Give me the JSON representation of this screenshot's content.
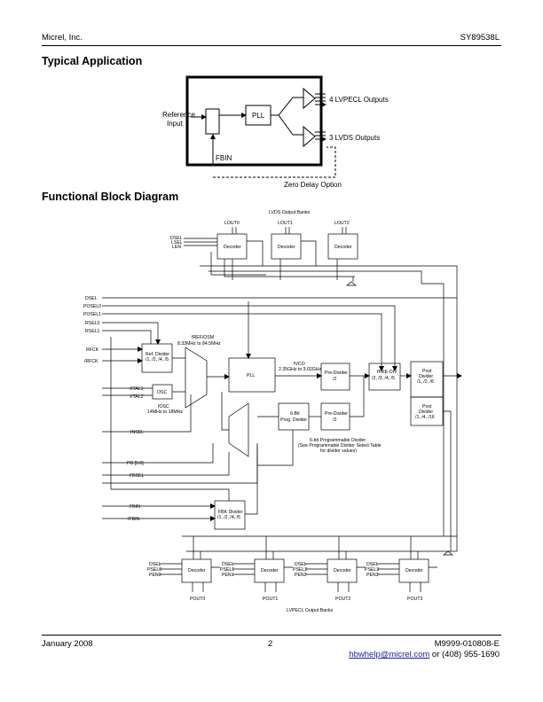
{
  "header": {
    "company": "Micrel, Inc.",
    "part": "SY89538L"
  },
  "sections": {
    "typical_application": "Typical Application",
    "functional_block_diagram": "Functional Block Diagram"
  },
  "typical_app": {
    "reference_input_1": "Reference",
    "reference_input_2": "Input",
    "pll": "PLL",
    "fbin": "FBIN",
    "lvpecl_outputs": "4 LVPECL Outputs",
    "lvds_outputs": "3 LVDS Outputs",
    "zero_delay": "Zero Delay Option"
  },
  "block": {
    "lvds_banks": "LVDS Output Banks",
    "lvpecl_banks": "LVPECL Output Banks",
    "lout0": "LOUT0",
    "lout1": "LOUT1",
    "lout2": "LOUT2",
    "decoder": "Decoder",
    "dsel": "DSEL",
    "lsel": "LSEL",
    "len": "LEN",
    "dsel_in": "DSEL",
    "posel0": "POSEL0",
    "posel1": "POSEL1",
    "rsel0": "RSEL0",
    "rsel1": "RSEL1",
    "rfck": "RFCK",
    "nrfck": "/RFCK",
    "xtal1": "XTAL1",
    "xtal2": "XTAL2",
    "insel": "INSEL",
    "pd": "PD [5:0]",
    "fbsel": "FBSEL",
    "fbin": "FBIN",
    "nfbin": "/FBIN",
    "fref_range": "8.33MHz to 84.5MHz",
    "fref_sym": "fREF/OSM",
    "fosc_sym": "fOSC",
    "fosc_range": "14MHz to 18MHz",
    "fvco": "fVCO",
    "vco_range": "2.35GHz to 3.02GHz",
    "ref_div_1": "Ref. Divider",
    "ref_div_2": "/1, /2, /4, /5",
    "osc": "OSC",
    "pll": "PLL",
    "prediv1_1": "Pre-Divider",
    "prediv1_2": "/2",
    "fprediv": "fPRE-DIV",
    "mid_div": "/2, /3, /4, /5",
    "post_div_a_1": "Post",
    "post_div_a_2": "Divider",
    "post_div_a_3": "/1, /2, /8",
    "post_div_b_1": "Post",
    "post_div_b_2": "Divider",
    "post_div_b_3": "/1, /4, /16",
    "prog_div_1": "6-Bit",
    "prog_div_2": "Prog. Divider",
    "prediv2_1": "Pre-Divider",
    "prediv2_2": "/2",
    "prog_note_1": "6-bit Programmable Divider",
    "prog_note_2": "(See Programmable Divider Select Table",
    "prog_note_3": "for divider values)",
    "fbk_div_1": "FBK Divider",
    "fbk_div_2": "/1, /2, /4, /5",
    "bank0": {
      "sel": "DSEL",
      "psel": "PSEL0",
      "pen": "PEN0",
      "out": "POUT0"
    },
    "bank1": {
      "sel": "DSEL",
      "psel": "PSEL1",
      "pen": "PEN1",
      "out": "POUT1"
    },
    "bank2": {
      "sel": "DSEL",
      "psel": "PSEL2",
      "pen": "PEN2",
      "out": "POUT2"
    },
    "bank3": {
      "sel": "DSEL",
      "psel": "PSEL3",
      "pen": "PEN3",
      "out": "POUT3"
    }
  },
  "footer": {
    "date": "January 2008",
    "page": "2",
    "doc": "M9999-010808-E",
    "email": "hbwhelp@micrel.com",
    "phone": " or (408) 955-1690"
  }
}
